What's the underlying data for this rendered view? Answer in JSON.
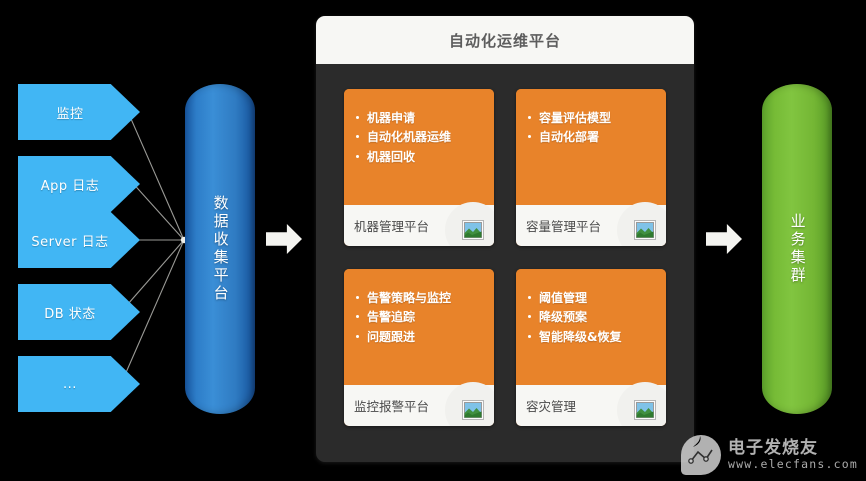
{
  "sources": {
    "items": [
      {
        "label": "监控"
      },
      {
        "label": "App 日志"
      },
      {
        "label": "Server 日志"
      },
      {
        "label": "DB 状态"
      },
      {
        "label": "..."
      }
    ]
  },
  "collector": {
    "label": "数据收集平台",
    "color": "#2d7dc8"
  },
  "arrows": {
    "left_icon": "right-arrow-icon",
    "right_icon": "right-arrow-icon"
  },
  "platform": {
    "title": "自动化运维平台",
    "header_color": "#f7f7f4",
    "body_color": "#2b2b2b",
    "cards": [
      {
        "bullets": [
          "机器申请",
          "自动化机器运维",
          "机器回收"
        ],
        "footer": "机器管理平台",
        "icon": "image-placeholder-icon",
        "color": "#e8832a"
      },
      {
        "bullets": [
          "容量评估模型",
          "自动化部署"
        ],
        "footer": "容量管理平台",
        "icon": "image-placeholder-icon",
        "color": "#e8832a"
      },
      {
        "bullets": [
          "告警策略与监控",
          "告警追踪",
          "问题跟进"
        ],
        "footer": "监控报警平台",
        "icon": "image-placeholder-icon",
        "color": "#e8832a"
      },
      {
        "bullets": [
          "阈值管理",
          "降级预案",
          "智能降级&恢复"
        ],
        "footer": "容灾管理",
        "icon": "image-placeholder-icon",
        "color": "#e8832a"
      }
    ]
  },
  "cluster": {
    "label": "业务集群",
    "color": "#76bb36"
  },
  "watermark": {
    "cn": "电子发烧友",
    "url": "www.elecfans.com"
  }
}
